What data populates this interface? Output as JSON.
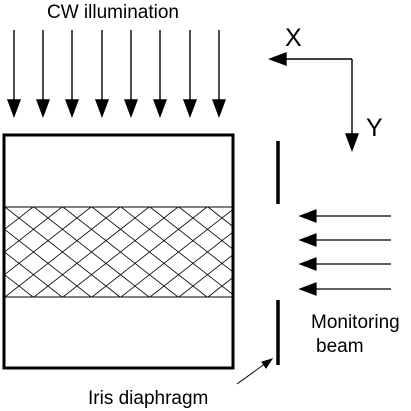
{
  "diagram": {
    "illumination_label": "CW illumination",
    "axis_x_label": "X",
    "axis_y_label": "Y",
    "monitoring_label_line1": "Monitoring",
    "monitoring_label_line2": "beam",
    "iris_label": "Iris diaphragm"
  },
  "colors": {
    "stroke": "#000000",
    "fill": "#ffffff"
  }
}
